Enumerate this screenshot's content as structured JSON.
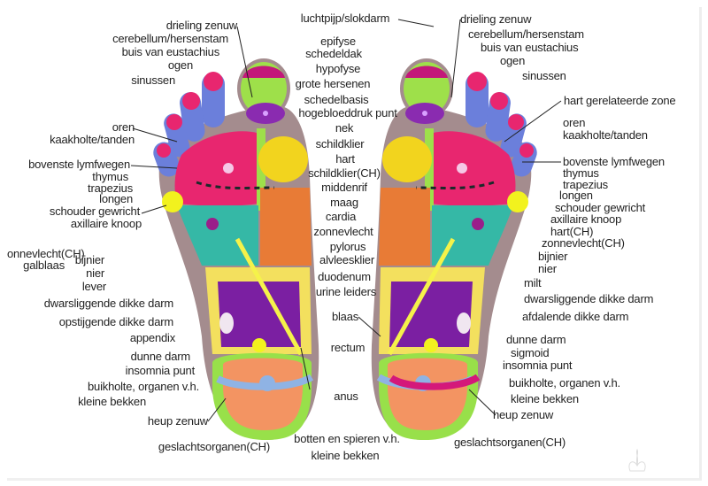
{
  "colors": {
    "skin": "#a48c8e",
    "pink": "#e8266f",
    "magenta": "#c3177a",
    "toe_blue": "#6b7fdb",
    "green": "#9ee04a",
    "yellow": "#f2d41e",
    "teal": "#35b8a6",
    "orange": "#e87b36",
    "purple": "#7b1fa2",
    "heel": "#f39462",
    "band_blue": "#8fb3e4"
  },
  "left_labels": [
    "drieling zenuw",
    "cerebellum/hersenstam",
    "buis van eustachius",
    "ogen",
    "sinussen",
    "oren",
    "kaakholte/tanden",
    "bovenste lymfwegen",
    "thymus",
    "trapezius",
    "longen",
    "schouder gewricht",
    "axillaire knoop",
    "onnevlecht(CH)",
    "galblaas",
    "bijnier",
    "nier",
    "lever",
    "dwarsliggende dikke darm",
    "opstijgende dikke darm",
    "appendix",
    "dunne darm",
    "insomnia punt",
    "buikholte, organen v.h.",
    "kleine bekken",
    "heup zenuw",
    "geslachtsorganen(CH)"
  ],
  "center_labels": [
    "luchtpijp/slokdarm",
    "epifyse",
    "schedeldak",
    "hypofyse",
    "grote hersenen",
    "schedelbasis",
    "hogebloeddruk punt",
    "nek",
    "schildklier",
    "hart",
    "schildklier(CH)",
    "middenrif",
    "maag",
    "cardia",
    "zonnevlecht",
    "pylorus",
    "alvleesklier",
    "duodenum",
    "urine leiders",
    "blaas",
    "rectum",
    "anus",
    "botten en spieren v.h.",
    "kleine bekken"
  ],
  "right_labels": [
    "drieling zenuw",
    "cerebellum/hersenstam",
    "buis van eustachius",
    "ogen",
    "sinussen",
    "hart gerelateerde zone",
    "oren",
    "kaakholte/tanden",
    "bovenste lymfwegen",
    "thymus",
    "trapezius",
    "longen",
    "schouder gewricht",
    "axillaire knoop",
    "hart(CH)",
    "zonnevlecht(CH)",
    "bijnier",
    "nier",
    "milt",
    "dwarsliggende dikke darm",
    "afdalende dikke darm",
    "dunne darm",
    "sigmoid",
    "insomnia punt",
    "buikholte, organen v.h.",
    "kleine bekken",
    "heup zenuw",
    "geslachtsorganen(CH)"
  ]
}
